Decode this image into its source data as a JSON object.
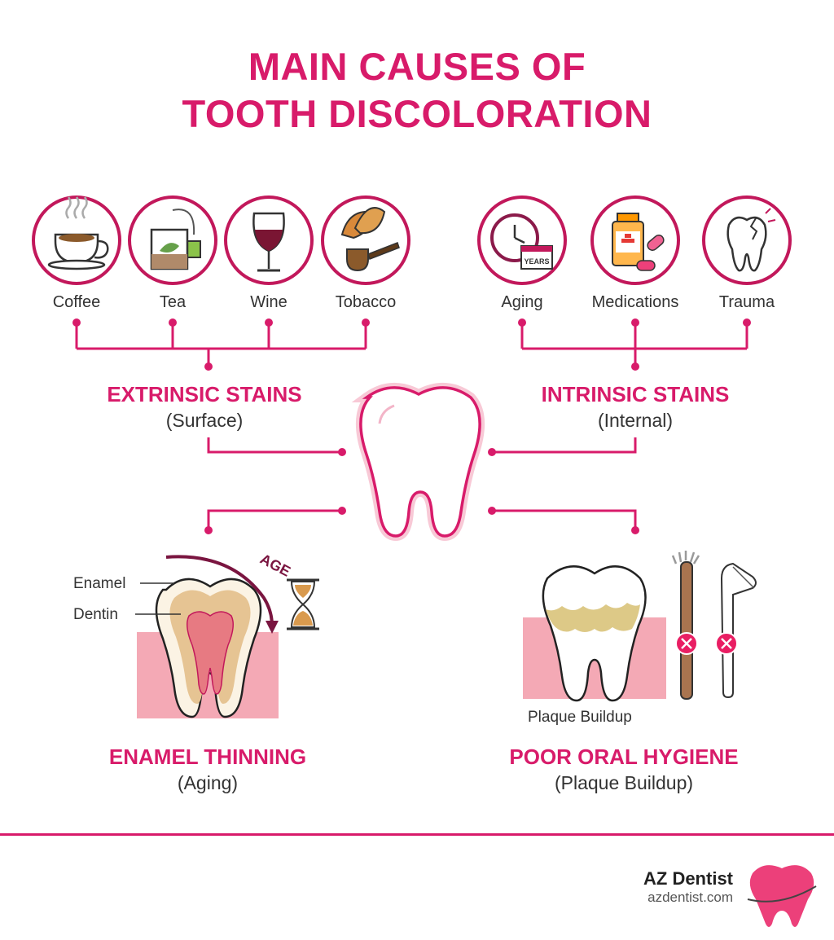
{
  "title": {
    "line1": "MAIN CAUSES OF",
    "line2": "TOOTH DISCOLORATION"
  },
  "extrinsic": {
    "heading": "EXTRINSIC STAINS",
    "subheading": "(Surface)",
    "items": [
      {
        "label": "Coffee",
        "icon": "coffee-cup-icon"
      },
      {
        "label": "Tea",
        "icon": "tea-bag-icon"
      },
      {
        "label": "Wine",
        "icon": "wine-glass-icon"
      },
      {
        "label": "Tobacco",
        "icon": "tobacco-pipe-icon"
      }
    ]
  },
  "intrinsic": {
    "heading": "INTRINSIC STAINS",
    "subheading": "(Internal)",
    "items": [
      {
        "label": "Aging",
        "icon": "clock-calendar-icon",
        "badge": "YEARS"
      },
      {
        "label": "Medications",
        "icon": "medication-bottle-icon"
      },
      {
        "label": "Trauma",
        "icon": "cracked-tooth-icon"
      }
    ]
  },
  "enamel": {
    "heading": "ENAMEL THINNING",
    "subheading": "(Aging)",
    "arrow_label": "AGE",
    "labels": {
      "enamel": "Enamel",
      "dentin": "Dentin"
    }
  },
  "hygiene": {
    "heading": "POOR ORAL HYGIENE",
    "subheading": "(Plaque Buildup)",
    "caption": "Plaque Buildup"
  },
  "footer": {
    "brand": "AZ Dentist",
    "url": "azdentist.com"
  },
  "colors": {
    "accent": "#d81b6a",
    "gum": "#f4a9b5",
    "plaque": "#d9c37a"
  }
}
